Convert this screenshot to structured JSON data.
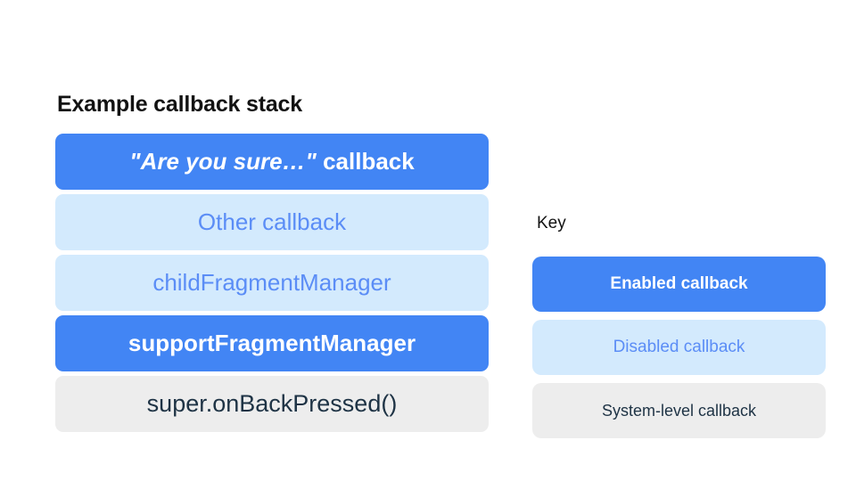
{
  "stack": {
    "title": "Example callback stack",
    "items": [
      {
        "label": "\"Are you sure…\" callback",
        "quoted_text": "\"Are you sure…\"",
        "plain_text": " callback",
        "state": "enabled",
        "color": "#4285F4",
        "text_color": "#FFFFFF"
      },
      {
        "label": "Other callback",
        "state": "disabled",
        "color": "#D3EAFD",
        "text_color": "#5B8DF6"
      },
      {
        "label": "childFragmentManager",
        "state": "disabled",
        "color": "#D3EAFD",
        "text_color": "#5B8DF6"
      },
      {
        "label": "supportFragmentManager",
        "state": "enabled",
        "color": "#4285F4",
        "text_color": "#FFFFFF"
      },
      {
        "label": "super.onBackPressed()",
        "state": "system",
        "color": "#EDEDED",
        "text_color": "#1E3345"
      }
    ]
  },
  "key": {
    "title": "Key",
    "items": [
      {
        "label": "Enabled callback",
        "state": "enabled",
        "color": "#4285F4",
        "text_color": "#FFFFFF"
      },
      {
        "label": "Disabled callback",
        "state": "disabled",
        "color": "#D3EAFD",
        "text_color": "#5B8DF6"
      },
      {
        "label": "System-level callback",
        "state": "system",
        "color": "#EDEDED",
        "text_color": "#1E3345"
      }
    ]
  },
  "background_color": "#FFFFFF"
}
